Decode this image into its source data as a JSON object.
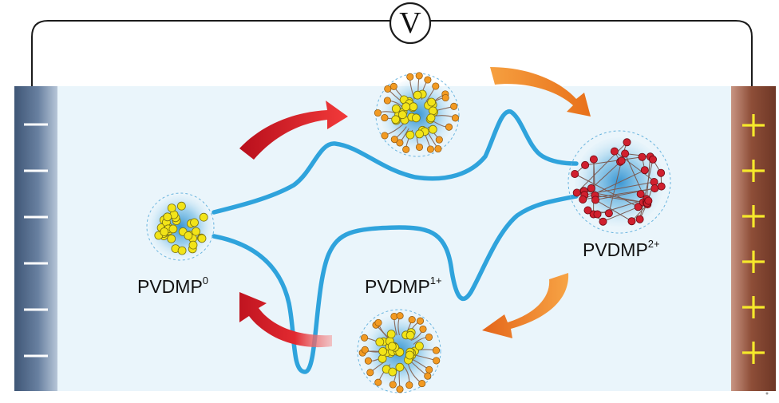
{
  "voltmeter": {
    "label": "V"
  },
  "labels": {
    "state0": {
      "name": "PVDMP",
      "charge": "0"
    },
    "state1": {
      "name": "PVDMP",
      "charge": "1+"
    },
    "state2": {
      "name": "PVDMP",
      "charge": "2+"
    }
  },
  "electrodes": {
    "negative": {
      "symbol": "—",
      "count": 6
    },
    "positive": {
      "symbol": "+",
      "count": 6
    }
  },
  "colors": {
    "electrolyte": "#eaf5fb",
    "negative_electrode": "#5a7294",
    "positive_electrode": "#8a4a36",
    "cv_curve": "#2fa3dc",
    "arrow_red": "#e0202a",
    "arrow_orange": "#f07c1e",
    "neutral_particle": "#f2e418",
    "oxidized_particle": "#d0202e",
    "ligand_tip": "#f29a22",
    "positive_sign": "#f5e82b",
    "negative_sign": "#ffffff"
  },
  "particle_icons": [
    "neutral-particle-icon",
    "half-oxidized-particle-icon",
    "oxidized-particle-icon"
  ]
}
